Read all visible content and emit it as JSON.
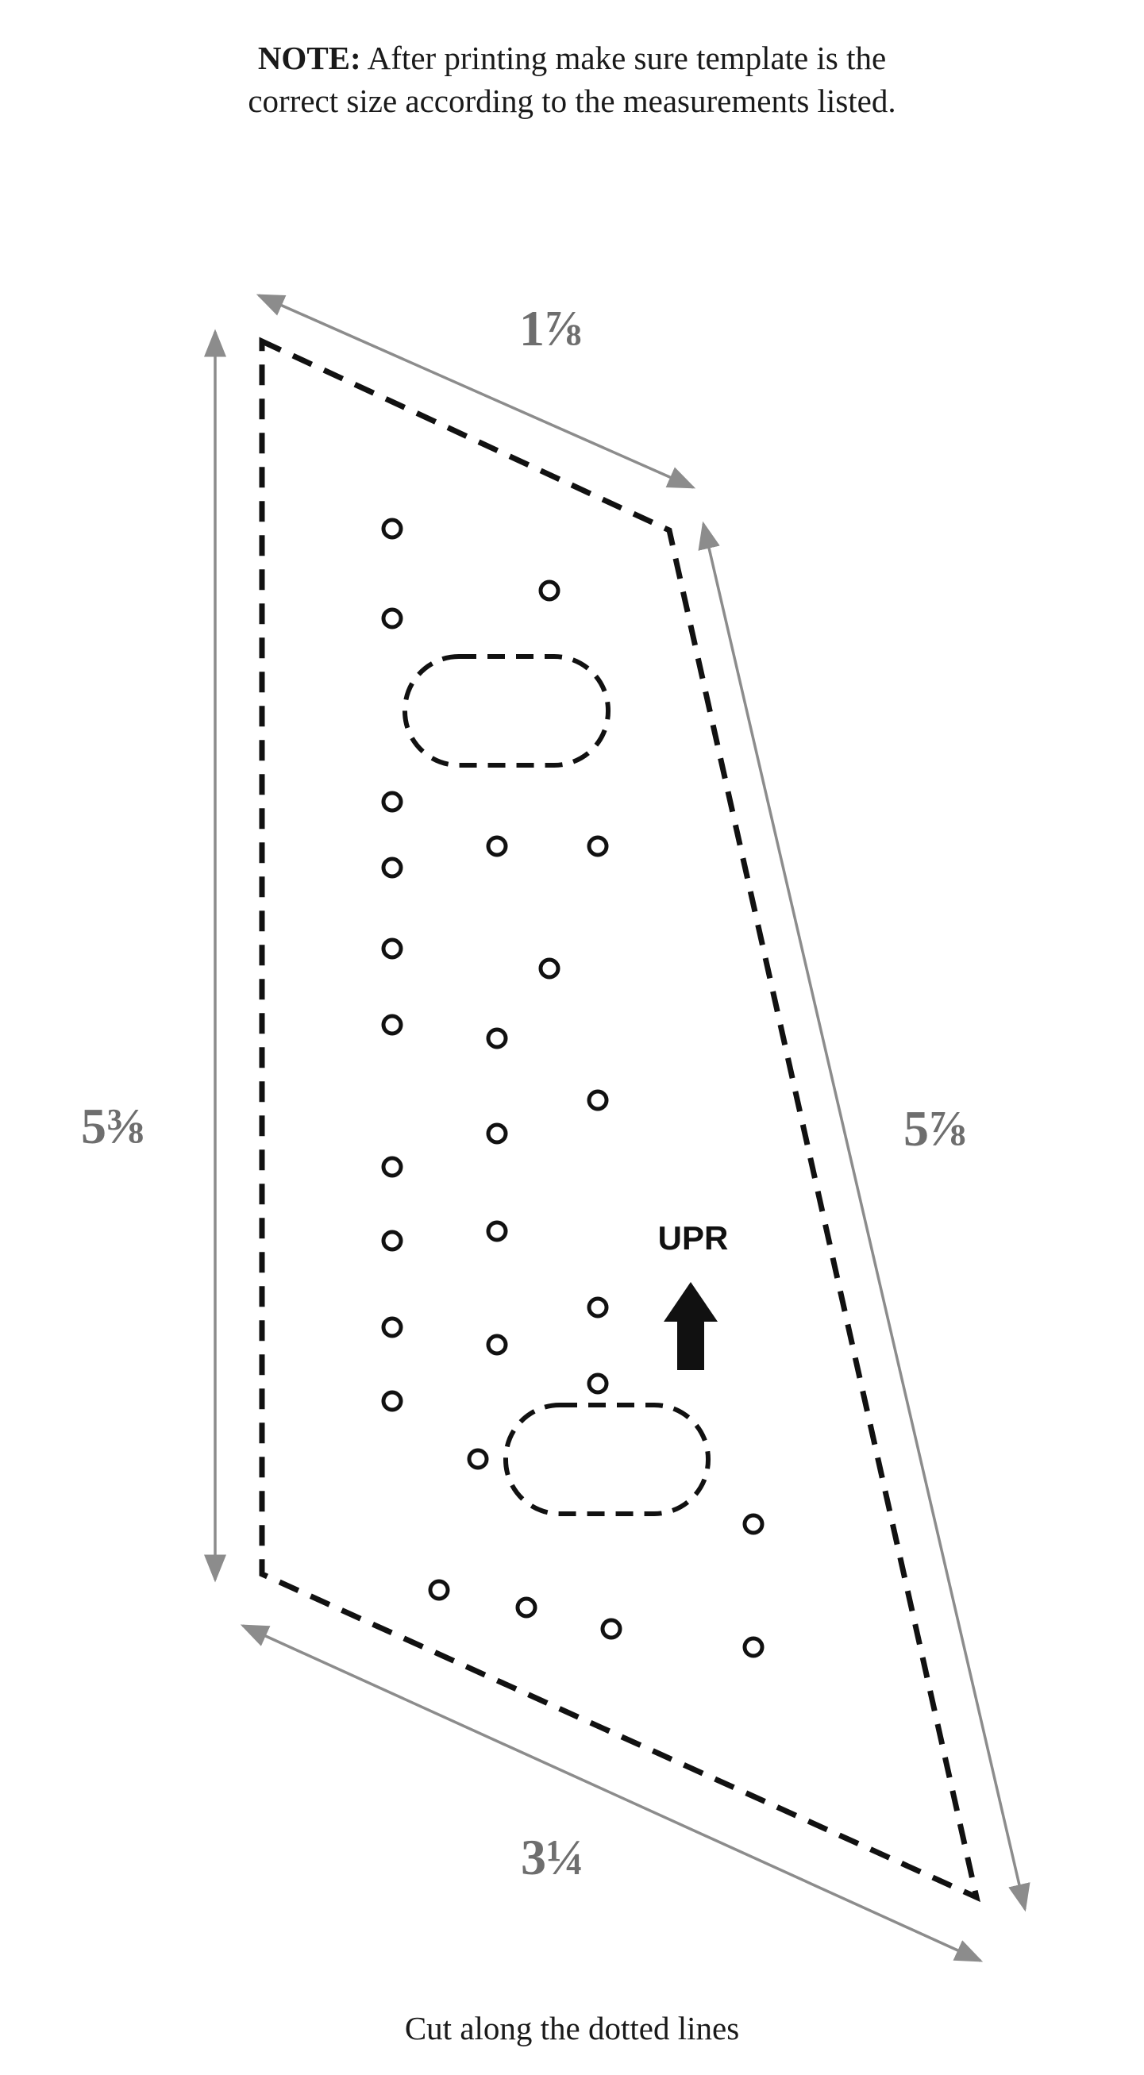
{
  "note": {
    "label": "NOTE:",
    "line1_rest": " After printing make sure template is the",
    "line2": "correct size according to the measurements listed."
  },
  "dimensions": {
    "top": "1⅞",
    "left": "5⅜",
    "right": "5⅞",
    "bottom": "3¼"
  },
  "direction_label": "UPR",
  "footer": "Cut along the dotted lines",
  "colors": {
    "cut_line": "#111111",
    "dimension": "#8c8c8c",
    "dimension_text": "#6e6e6e"
  },
  "icons": {
    "direction": "arrow-up-icon",
    "holes": "circle-icon"
  }
}
